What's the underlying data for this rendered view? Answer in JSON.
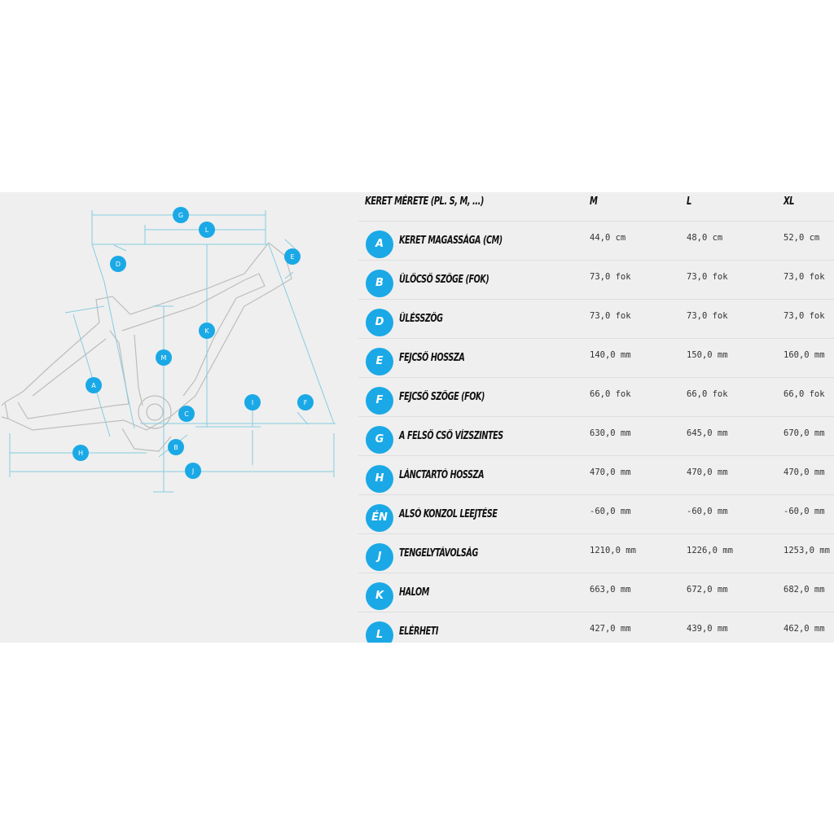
{
  "table": {
    "header": {
      "frame_size": "KERET MÉRETE (PL. S, M, ...)",
      "sizes": [
        "M",
        "L",
        "XL"
      ]
    },
    "rows": [
      {
        "key": "A",
        "label": "KERET MAGASSÁGA (CM)",
        "values": [
          "44,0 cm",
          "48,0 cm",
          "52,0 cm"
        ]
      },
      {
        "key": "B",
        "label": "ÜLŐCSŐ SZÖGE (FOK)",
        "values": [
          "73,0 fok",
          "73,0 fok",
          "73,0 fok"
        ]
      },
      {
        "key": "D",
        "label": "ÜLÉSSZÖG",
        "values": [
          "73,0 fok",
          "73,0 fok",
          "73,0 fok"
        ]
      },
      {
        "key": "E",
        "label": "FEJCSŐ HOSSZA",
        "values": [
          "140,0 mm",
          "150,0 mm",
          "160,0 mm"
        ]
      },
      {
        "key": "F",
        "label": "FEJCSŐ SZÖGE (FOK)",
        "values": [
          "66,0 fok",
          "66,0 fok",
          "66,0 fok"
        ]
      },
      {
        "key": "G",
        "label": "A FELSŐ CSŐ VÍZSZINTES",
        "values": [
          "630,0 mm",
          "645,0 mm",
          "670,0 mm"
        ]
      },
      {
        "key": "H",
        "label": "LÁNCTARTÓ HOSSZA",
        "values": [
          "470,0 mm",
          "470,0 mm",
          "470,0 mm"
        ]
      },
      {
        "key": "ÉN",
        "label": "ALSÓ KONZOL LEEJTÉSE",
        "values": [
          "-60,0 mm",
          "-60,0 mm",
          "-60,0 mm"
        ]
      },
      {
        "key": "J",
        "label": "TENGELYTÁVOLSÁG",
        "values": [
          "1210,0 mm",
          "1226,0 mm",
          "1253,0 mm"
        ]
      },
      {
        "key": "K",
        "label": "HALOM",
        "values": [
          "663,0 mm",
          "672,0 mm",
          "682,0 mm"
        ]
      },
      {
        "key": "L",
        "label": "ELÉRHETI",
        "values": [
          "427,0 mm",
          "439,0 mm",
          "462,0 mm"
        ]
      }
    ]
  },
  "diagram": {
    "markers": [
      "G",
      "L",
      "D",
      "E",
      "K",
      "M",
      "A",
      "I",
      "F",
      "C",
      "B",
      "H",
      "J"
    ],
    "accent": "#1aa9e6",
    "line_color": "#86cde0",
    "frame_color": "#bbbbbb"
  }
}
